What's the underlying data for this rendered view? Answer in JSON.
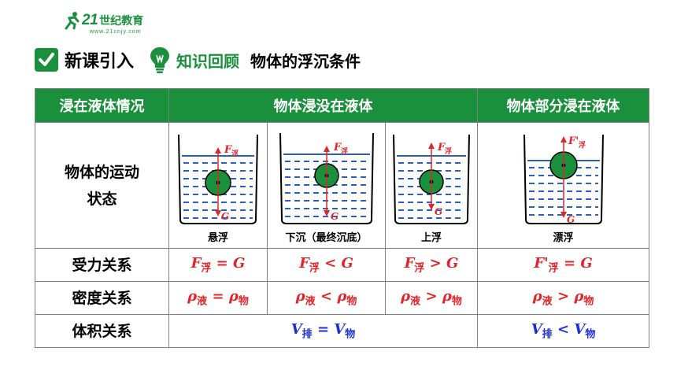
{
  "logo": {
    "brand": "21",
    "brand_cn": "世纪教育",
    "site": "www.21cnjy.com"
  },
  "header": {
    "section": "新课引入",
    "review": "知识回顾",
    "topic": "物体的浮沉条件"
  },
  "table": {
    "headers": [
      "浸在液体情况",
      "物体浸没在液体",
      "物体部分浸在液体"
    ],
    "rows": {
      "motion": "物体的运动状态",
      "force": "受力关系",
      "density": "密度关系",
      "volume": "体积关系"
    },
    "captions": [
      "悬浮",
      "下沉（最终沉底）",
      "上浮",
      "漂浮"
    ],
    "force_labels": {
      "F": "F",
      "F_prime": "F'",
      "sub_float": "浮",
      "G": "G"
    },
    "force_relations": [
      {
        "left": "F",
        "sub": "浮",
        "op": "=",
        "right": "G"
      },
      {
        "left": "F",
        "sub": "浮",
        "op": "<",
        "right": "G"
      },
      {
        "left": "F",
        "sub": "浮",
        "op": ">",
        "right": "G"
      },
      {
        "left": "F'",
        "sub": "浮",
        "op": "=",
        "right": "G"
      }
    ],
    "density_relations": [
      {
        "left": "ρ",
        "lsub": "液",
        "op": "=",
        "right": "ρ",
        "rsub": "物"
      },
      {
        "left": "ρ",
        "lsub": "液",
        "op": "<",
        "right": "ρ",
        "rsub": "物"
      },
      {
        "left": "ρ",
        "lsub": "液",
        "op": ">",
        "right": "ρ",
        "rsub": "物"
      },
      {
        "left": "ρ",
        "lsub": "液",
        "op": ">",
        "right": "ρ",
        "rsub": "物"
      }
    ],
    "volume_relations": [
      {
        "left": "V",
        "lsub": "排",
        "op": "=",
        "right": "V",
        "rsub": "物"
      },
      {
        "left": "V",
        "lsub": "排",
        "op": "<",
        "right": "V",
        "rsub": "物"
      }
    ]
  },
  "colors": {
    "green": "#1a8f3c",
    "red": "#e0252b",
    "blue": "#1f2fd6",
    "water": "#2b5fb8"
  },
  "icons": [
    "checkmark-icon",
    "lightbulb-icon",
    "runner-logo-icon"
  ]
}
